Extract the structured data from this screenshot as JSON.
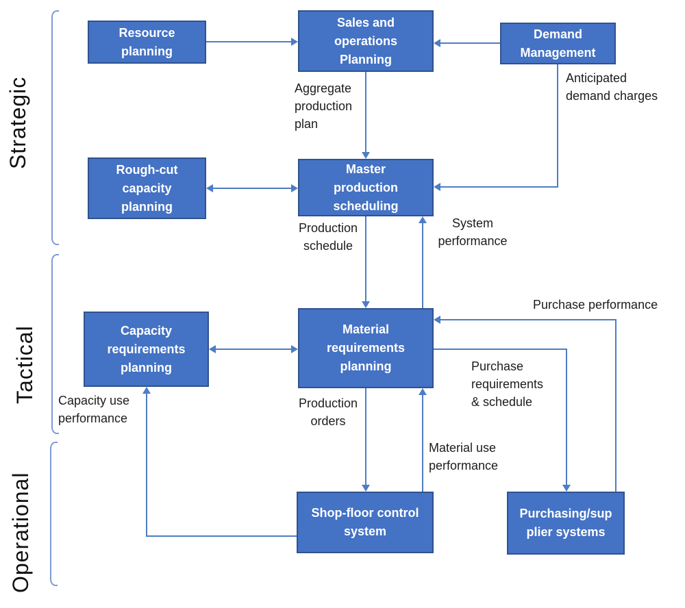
{
  "side_labels": {
    "strategic": "Strategic",
    "tactical": "Tactical",
    "operational": "Operational"
  },
  "boxes": {
    "resource_planning": {
      "label": "Resource\nplanning"
    },
    "sales_operations_planning": {
      "label": "Sales and\noperations\nPlanning"
    },
    "demand_management": {
      "label": "Demand\nManagement"
    },
    "rough_cut_capacity_planning": {
      "label": "Rough-cut\ncapacity\nplanning"
    },
    "master_production_scheduling": {
      "label": "Master\nproduction\nscheduling"
    },
    "capacity_requirements_planning": {
      "label": "Capacity\nrequirements\nplanning"
    },
    "material_requirements_planning": {
      "label": "Material\nrequirements\nplanning"
    },
    "shop_floor_control_system": {
      "label": "Shop-floor control\nsystem"
    },
    "purchasing_supplier_systems": {
      "label": "Purchasing/sup\nplier systems"
    }
  },
  "edge_labels": {
    "aggregate_production_plan": "Aggregate\nproduction\nplan",
    "anticipated_demand_charges": "Anticipated\ndemand charges",
    "production_schedule": "Production\nschedule",
    "system_performance": "System\nperformance",
    "purchase_performance": "Purchase performance",
    "purchase_requirements_schedule": "Purchase\nrequirements\n& schedule",
    "production_orders": "Production\norders",
    "material_use_performance": "Material use\nperformance",
    "capacity_use_performance": "Capacity use\nperformance"
  },
  "colors": {
    "box_fill": "#4472C4",
    "box_border": "#2F528F",
    "connector": "#4d7dc4",
    "bracket": "#7f9bd1",
    "label_text": "#1c1c1c",
    "box_text": "#ffffff"
  }
}
